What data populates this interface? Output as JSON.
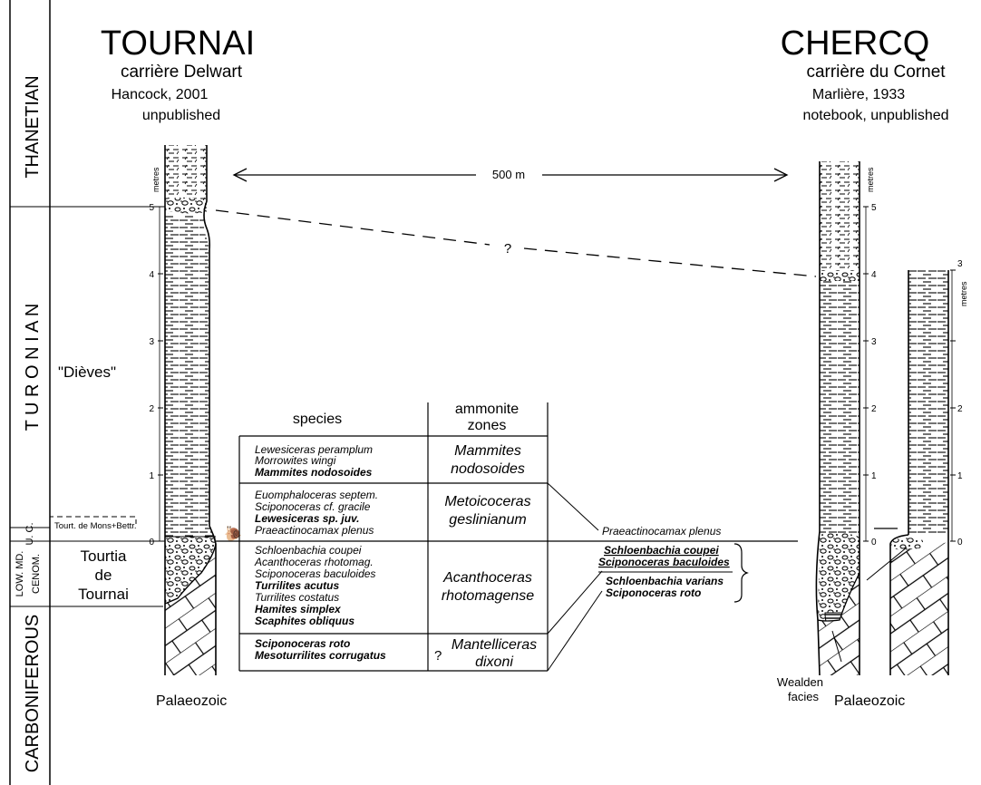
{
  "stages": {
    "thanetian": "THANETIAN",
    "turonian": "T U R O N I A N",
    "cenomanian_sub": "U. C.",
    "low_md": "LOW. MD.",
    "cenom": "CENOM.",
    "carboniferous": "CARBONIFEROUS"
  },
  "left_units": {
    "dieves": "\"Dièves\"",
    "tourt_mons": "Tourt. de Mons+Bettr.",
    "tourtia_1": "Tourtia",
    "tourtia_2": "de",
    "tourtia_3": "Tournai"
  },
  "tournai": {
    "title": "TOURNAI",
    "site": "carrière Delwart",
    "ref": "Hancock, 2001",
    "note": "unpublished",
    "base": "Palaeozoic"
  },
  "chercq": {
    "title": "CHERCQ",
    "site": "carrière du Cornet",
    "ref": "Marlière, 1933",
    "note": "notebook, unpublished",
    "base": "Palaeozoic",
    "wealden_1": "Wealden",
    "wealden_2": "facies"
  },
  "scale": {
    "unit": "metres",
    "ticks": [
      "0",
      "1",
      "2",
      "3",
      "4",
      "5"
    ],
    "small_ticks": [
      "0",
      "1",
      "2",
      "3"
    ]
  },
  "distance": "500 m",
  "question": "?",
  "table": {
    "header_species": "species",
    "header_zones_1": "ammonite",
    "header_zones_2": "zones",
    "group1": [
      "Lewesiceras peramplum",
      "Morrowites wingi",
      "Mammites nodosoides"
    ],
    "zone1": [
      "Mammites",
      "nodosoides"
    ],
    "group2": [
      "Euomphaloceras septem.",
      "Sciponoceras cf. gracile",
      "Lewesiceras sp. juv.",
      "Praeactinocamax plenus"
    ],
    "zone2": [
      "Metoicoceras",
      "geslinianum"
    ],
    "group3": [
      "Schloenbachia coupei",
      "Acanthoceras rhotomag.",
      "Sciponoceras baculoides",
      "Turrilites acutus",
      "Turrilites costatus",
      "Hamites simplex",
      "Scaphites obliquus"
    ],
    "zone3": [
      "Acanthoceras",
      "rhotomagense"
    ],
    "group4": [
      "Sciponoceras roto",
      "Mesoturrilites corrugatus"
    ],
    "zone4_q": "?",
    "zone4": [
      "Mantelliceras",
      "dixoni"
    ]
  },
  "chercq_fossils": {
    "plenus": "Praeactinocamax plenus",
    "coupei": "Schloenbachia coupei",
    "baculoides": "Sciponoceras baculoides",
    "varians": "Schloenbachia varians",
    "roto": "Sciponoceras roto"
  }
}
